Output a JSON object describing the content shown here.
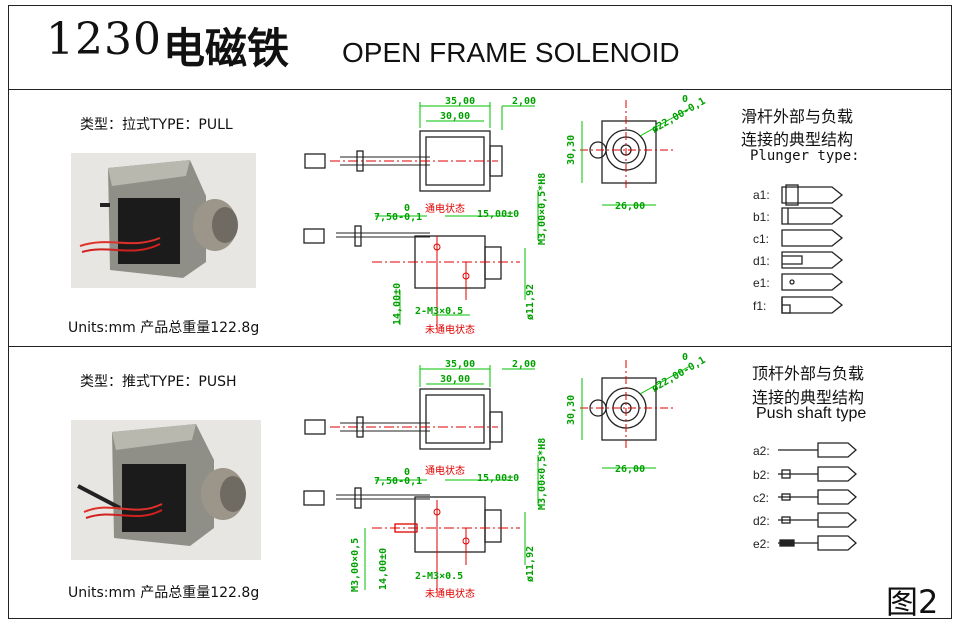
{
  "title": {
    "number": "1230",
    "cn": "电磁铁",
    "en": "OPEN FRAME SOLENOID"
  },
  "figure_label": "图2",
  "pull": {
    "type_label": "类型：拉式TYPE：PULL",
    "weight_label": "Units:mm  产品总重量122.8g",
    "shaft_heading_cn1": "滑杆外部与负载",
    "shaft_heading_cn2": "连接的典型结构",
    "shaft_heading_en": "Plunger type:",
    "variants": [
      "a1:",
      "b1:",
      "c1:",
      "d1:",
      "e1:",
      "f1:"
    ]
  },
  "push": {
    "type_label": "类型：推式TYPE：PUSH",
    "weight_label": "Units:mm  产品总重量122.8g",
    "shaft_heading_cn1": "顶杆外部与负载",
    "shaft_heading_cn2": "连接的典型结构",
    "shaft_heading_en": "Push shaft type",
    "variants": [
      "a2:",
      "b2:",
      "c2:",
      "d2:",
      "e2:"
    ]
  },
  "dims": {
    "d35": "35,00",
    "d30": "30,00",
    "d2": "2,00",
    "d3030": "30,30",
    "d0": "0",
    "d22": "ø22,00-0,1",
    "d26": "26,00",
    "d750": "7,50-0,1",
    "d15": "15,00±0",
    "m3": "M3,00×0,5*H8",
    "d14": "14,00±0",
    "m3b": "2-M3×0.5",
    "d1192": "ø11,92",
    "m3push": "M3,00×0,5",
    "energized": "通电状态",
    "deenergized": "未通电状态"
  },
  "colors": {
    "dimension": "#00c000",
    "centerline": "#e00000",
    "outline": "#222222"
  }
}
